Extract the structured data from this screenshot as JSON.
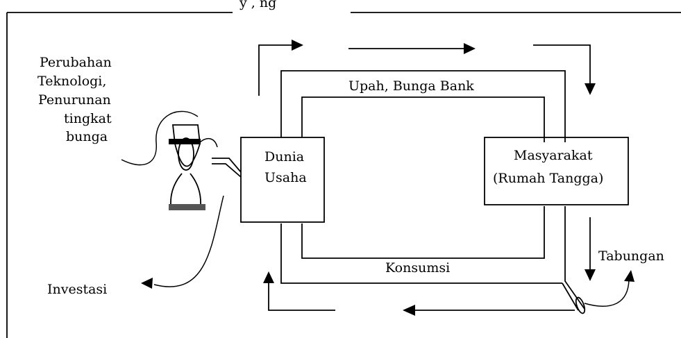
{
  "header_fragment": "y , ng",
  "external_factors": [
    "Perubahan",
    "Teknologi,",
    "Penurunan",
    "tingkat",
    "bunga"
  ],
  "investasi_label": "Investasi",
  "dunia_usaha": [
    "Dunia",
    "Usaha"
  ],
  "masyarakat": [
    "Masyarakat",
    "(Rumah Tangga)"
  ],
  "upah_label": "Upah, Bunga Bank",
  "konsumsi_label": "Konsumsi",
  "tabungan_label": "Tabungan"
}
